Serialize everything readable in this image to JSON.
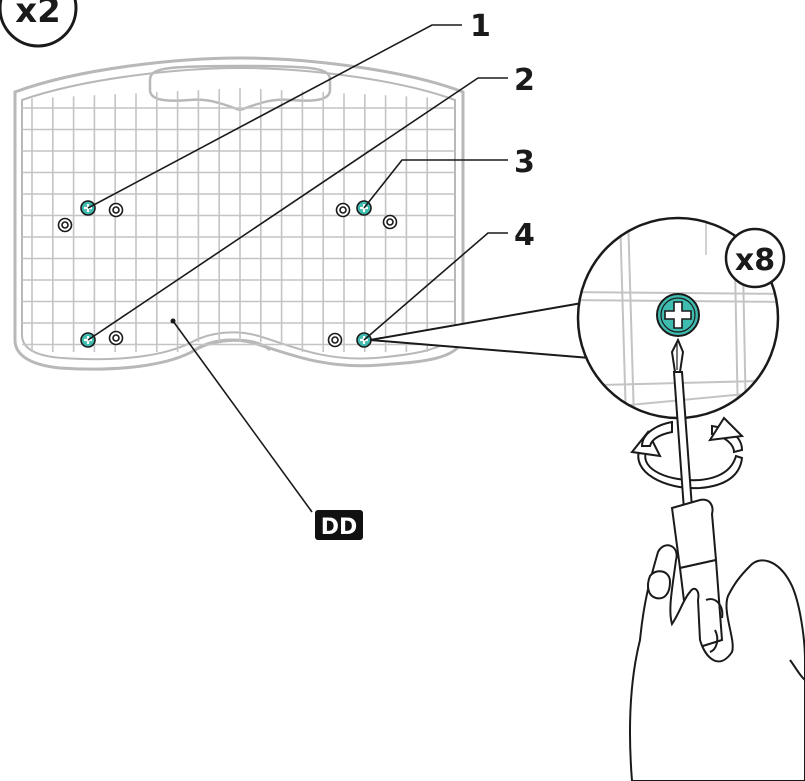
{
  "badges": {
    "top_left": "x2",
    "zoom": "x8"
  },
  "callouts": [
    "1",
    "2",
    "3",
    "4"
  ],
  "part_label": "DD",
  "colors": {
    "screw": "#3fbcb0",
    "wire": "#b8b8b8",
    "ink": "#1a1a1a",
    "label_bg": "#111111"
  },
  "icons": {
    "screw": "phillips-screw-icon",
    "rotate": "rotate-arrow-icon",
    "tool": "screwdriver-icon",
    "hand": "hand-icon"
  }
}
